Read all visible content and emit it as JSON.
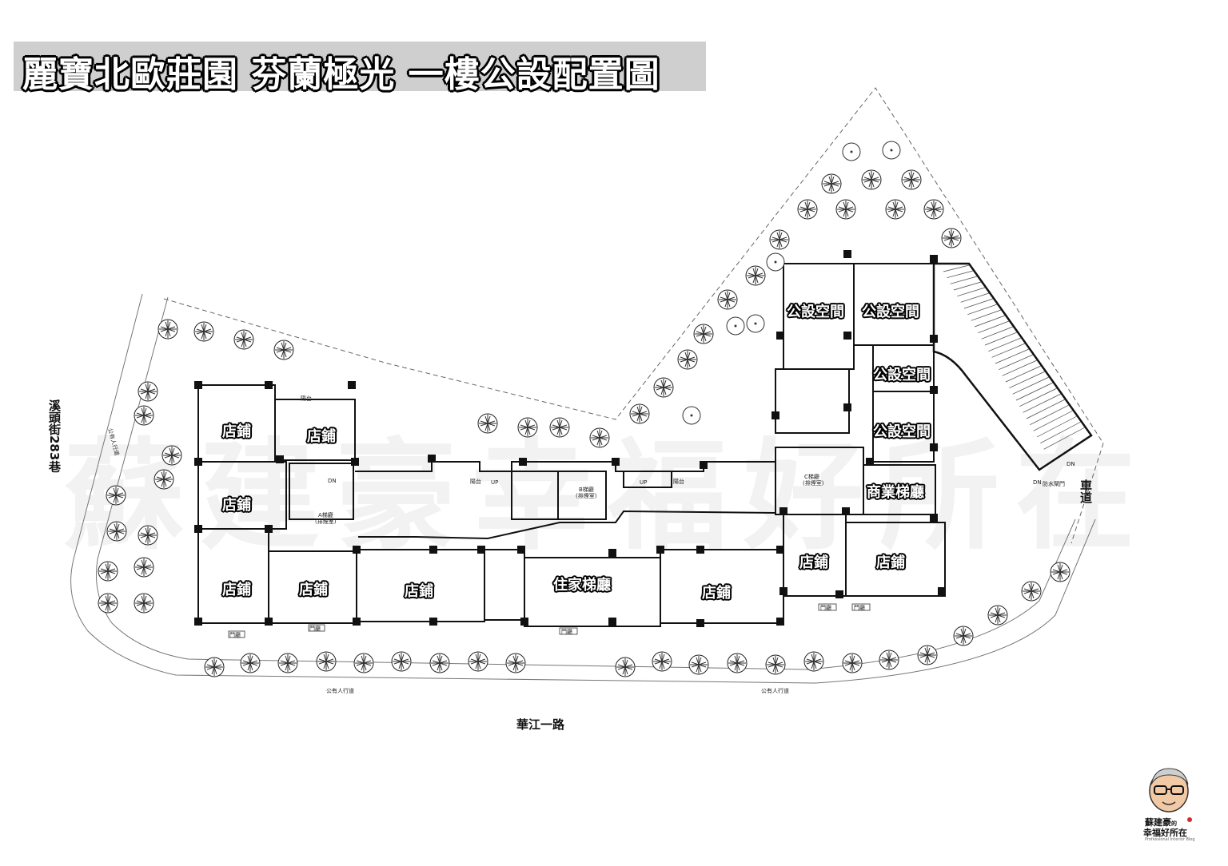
{
  "title": "麗寶北歐莊園 芬蘭極光 一樓公設配置圖",
  "watermark": "蘇建豪幸福好所在",
  "rooms": {
    "shop": "店鋪",
    "public_space": "公設空間",
    "residential_lobby": "住家梯廳",
    "commercial_lobby": "商業梯廳"
  },
  "streets": {
    "bottom": "華江一路",
    "left": "溪頭街283巷",
    "right": "車道"
  },
  "small_labels": {
    "walkway": "公有人行道",
    "door": "門廳",
    "stair_a": "A梯廳",
    "stair_b": "B梯廳",
    "stair_c": "C梯廳",
    "stair_sub": "(排煙室)",
    "floodgate": "防水閘門",
    "dn": "DN",
    "up": "UP",
    "balcony": "陽台"
  },
  "logo": {
    "name": "蘇建豪",
    "suffix": "的",
    "tagline": "幸福好所在",
    "sub": "Professional Interior Blog"
  }
}
